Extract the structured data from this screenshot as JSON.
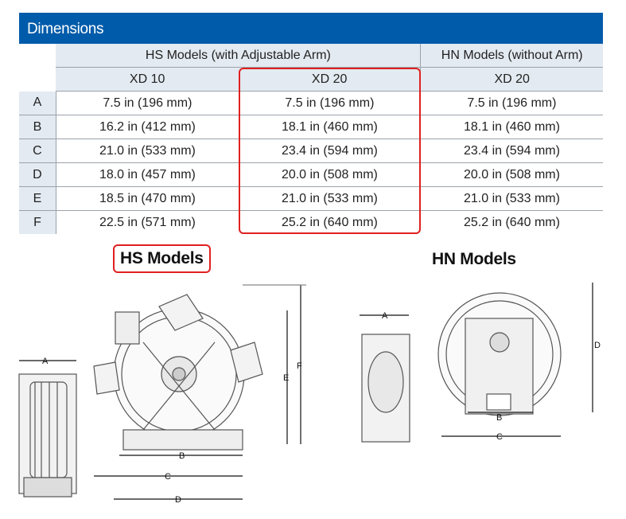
{
  "title": "Dimensions",
  "groups": {
    "hs": "HS Models (with Adjustable Arm)",
    "hn": "HN Models (without Arm)"
  },
  "columns": [
    "XD 10",
    "XD 20",
    "XD 20"
  ],
  "rows": [
    {
      "dim": "A",
      "v": [
        "7.5 in (196 mm)",
        "7.5 in (196 mm)",
        "7.5 in (196 mm)"
      ]
    },
    {
      "dim": "B",
      "v": [
        "16.2 in (412 mm)",
        "18.1 in (460 mm)",
        "18.1 in (460 mm)"
      ]
    },
    {
      "dim": "C",
      "v": [
        "21.0 in (533 mm)",
        "23.4 in (594 mm)",
        "23.4 in (594 mm)"
      ]
    },
    {
      "dim": "D",
      "v": [
        "18.0 in (457 mm)",
        "20.0 in (508 mm)",
        "20.0 in (508 mm)"
      ]
    },
    {
      "dim": "E",
      "v": [
        "18.5 in (470 mm)",
        "21.0 in (533 mm)",
        "21.0 in (533 mm)"
      ]
    },
    {
      "dim": "F",
      "v": [
        "22.5 in (571 mm)",
        "25.2 in (640 mm)",
        "25.2 in (640 mm)"
      ]
    }
  ],
  "diagrams": {
    "hs_title": "HS Models",
    "hn_title": "HN Models",
    "labels": {
      "a": "A",
      "b": "B",
      "c": "C",
      "d": "D",
      "e": "E",
      "f": "F"
    }
  },
  "colors": {
    "header": "#005BAA",
    "highlight": "#e02020"
  }
}
